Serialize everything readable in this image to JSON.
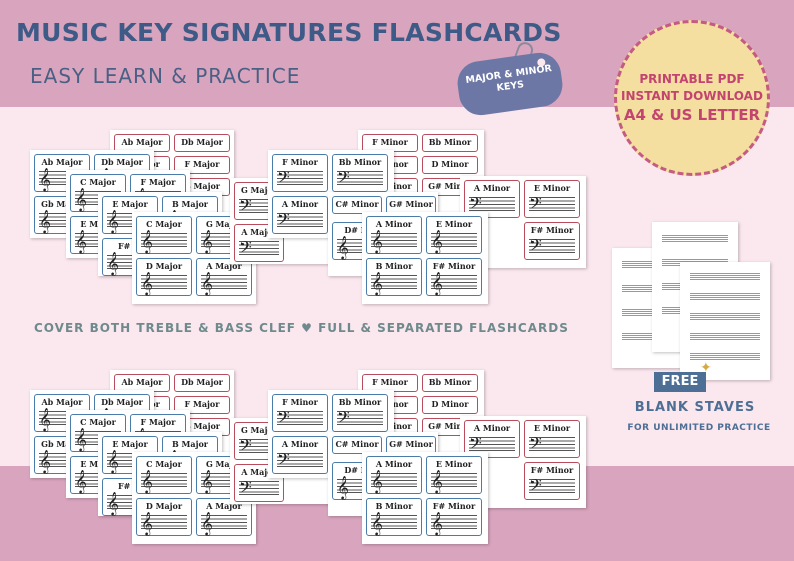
{
  "header": {
    "title": "MUSIC KEY SIGNATURES FLASHCARDS",
    "subtitle": "EASY LEARN & PRACTICE",
    "tag": [
      "MAJOR & MINOR",
      "KEYS"
    ]
  },
  "badge": {
    "line1": "PRINTABLE PDF",
    "line2": "INSTANT DOWNLOAD",
    "line3": "A4 & US LETTER"
  },
  "middle_text": "COVER BOTH TREBLE & BASS CLEF",
  "middle_text2": "FULL & SEPARATED FLASHCARDS",
  "free": {
    "label": "FREE",
    "title": "BLANK STAVES",
    "subtitle": "FOR UNLIMITED PRACTICE"
  },
  "major_cards": {
    "back": [
      "Ab Major",
      "Db Major",
      "C Major",
      "F Major",
      "E Major",
      "B Major"
    ],
    "mid": [
      "Ab Major",
      "Db Major",
      "Gb Major",
      "Bb M"
    ],
    "front": [
      "C Major",
      "G Major",
      "D Major",
      "A Major"
    ],
    "stack2": [
      "C Major",
      "F Major",
      "E Major",
      "B Major",
      "Bb M",
      "F# M"
    ],
    "stack3": [
      "E Major",
      "B Major",
      "F# M"
    ]
  },
  "minor_cards": {
    "back": [
      "F Minor",
      "Bb Minor",
      "A Minor",
      "D Minor",
      "C# Minor",
      "G# Minor"
    ],
    "mid": [
      "F Minor",
      "Bb Minor",
      "A Minor",
      "D Minor"
    ],
    "front": [
      "A Minor",
      "E Minor",
      "B Minor",
      "F# Minor"
    ],
    "extra": [
      "G Major",
      "A Major",
      "C# Minor",
      "G# Minor",
      "D# M"
    ],
    "stack2": [
      "A Minor",
      "E Minor",
      "F# Minor"
    ]
  },
  "colors": {
    "band": "#d9a5be",
    "title": "#3e5a86",
    "badge_bg": "#f4dfa0",
    "badge_text": "#c2446f",
    "blue_card": "#4b7ba8",
    "red_card": "#b94c5d"
  }
}
